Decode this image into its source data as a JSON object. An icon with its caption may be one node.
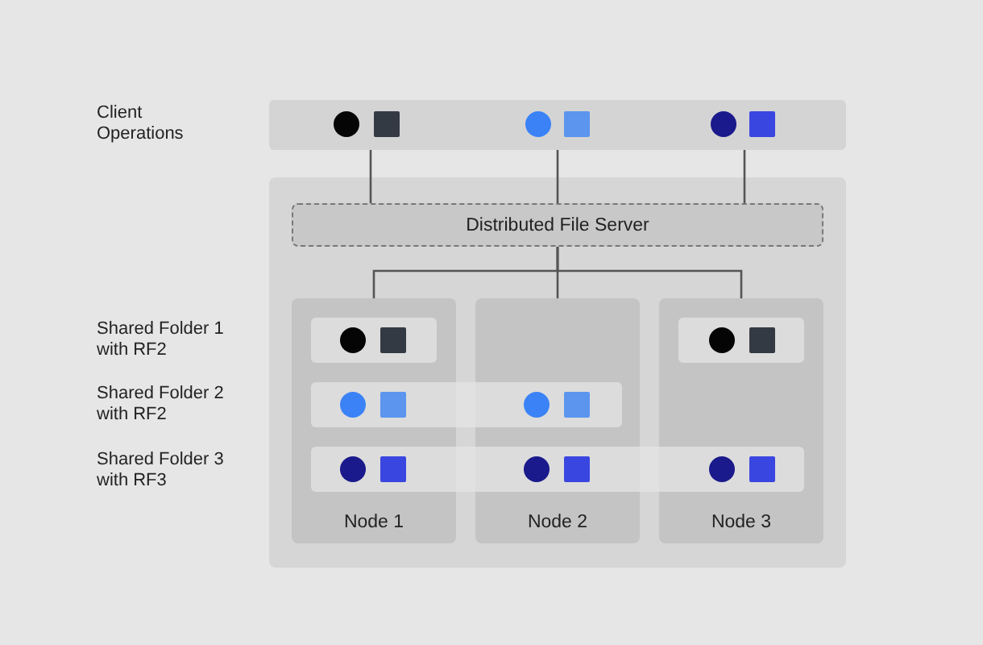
{
  "diagram": {
    "nodes": [
      {
        "text": [],
        "shape": "bar"
      },
      {
        "text": [],
        "shape": "box"
      },
      {
        "text": [
          "Distributed File Server"
        ],
        "in": 1
      },
      {
        "text": [
          "Node 1"
        ],
        "in": 1
      },
      {
        "text": [
          "Node 2"
        ],
        "in": 1
      },
      {
        "text": [
          "Node 3"
        ],
        "in": 1
      },
      {
        "text": [],
        "shape": "bar",
        "in": 3
      },
      {
        "text": [],
        "shape": "bar",
        "in": 5
      },
      {
        "text": [],
        "shape": "bar",
        "in": 1
      },
      {
        "text": [],
        "shape": "bar",
        "in": 1
      }
    ],
    "edges": [
      {
        "from": 0,
        "to": 2,
        "arrow": "none"
      },
      {
        "from": 0,
        "to": 2,
        "arrow": "none"
      },
      {
        "from": 0,
        "to": 2,
        "arrow": "none"
      },
      {
        "from": 2,
        "to": 3,
        "arrow": "none"
      },
      {
        "from": 2,
        "to": 4,
        "arrow": "none"
      },
      {
        "from": 2,
        "to": 5,
        "arrow": "none"
      }
    ],
    "labels": [
      "Client Operations",
      "Shared Folder 1 with RF2",
      "Shared Folder 2 with RF2",
      "Shared Folder 3 with RF3"
    ]
  }
}
